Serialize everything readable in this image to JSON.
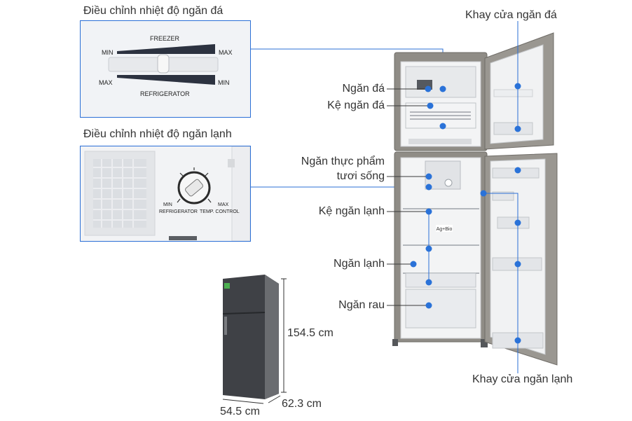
{
  "titles": {
    "freezer_control": "Điều chỉnh nhiệt độ ngăn đá",
    "fridge_control": "Điều chỉnh nhiệt độ ngăn lạnh"
  },
  "freezer_panel": {
    "top_label": "FREEZER",
    "bottom_label": "REFRIGERATOR",
    "top_min": "MIN",
    "top_max": "MAX",
    "bottom_max": "MAX",
    "bottom_min": "MIN"
  },
  "fridge_panel": {
    "min": "MIN",
    "max": "MAX",
    "refrigerator": "REFRIGERATOR",
    "temp_control": "TEMP. CONTROL"
  },
  "parts": {
    "ngan_da": "Ngăn đá",
    "ke_ngan_da": "Kệ ngăn đá",
    "ngan_thuc_pham_line1": "Ngăn thực phẩm",
    "ngan_thuc_pham_line2": "tươi sống",
    "ke_ngan_lanh": "Kệ ngăn lạnh",
    "ngan_lanh": "Ngăn lạnh",
    "ngan_rau": "Ngăn rau",
    "khay_cua_ngan_da": "Khay cửa ngăn đá",
    "khay_cua_ngan_lanh": "Khay cửa ngăn lạnh"
  },
  "dimensions": {
    "height": "154.5 cm",
    "depth": "62.3 cm",
    "width": "54.5 cm"
  },
  "fridge_badge": "Ag+Bio",
  "colors": {
    "accent": "#2b6fd6",
    "callout_dot": "#2a72d8",
    "fridge_body": "#8f8c86",
    "interior": "#f3f4f5",
    "small_fridge": "#3f4146"
  }
}
